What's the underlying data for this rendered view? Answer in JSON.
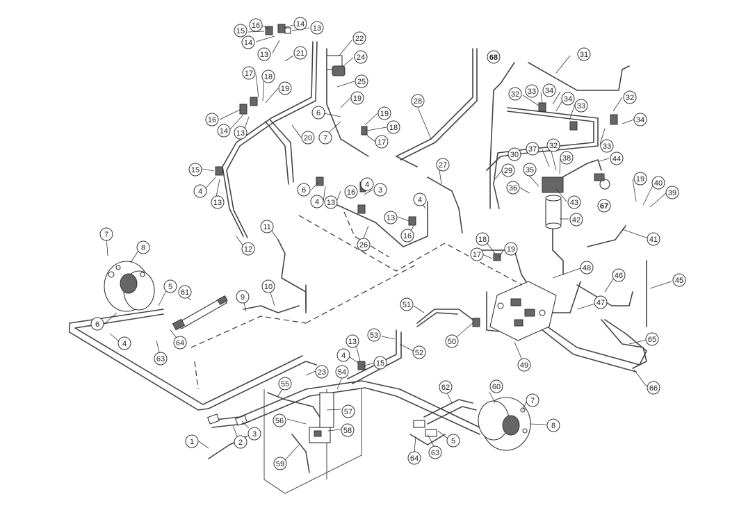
{
  "callouts": [
    {
      "id": "c16a",
      "label": "16"
    },
    {
      "id": "c14a",
      "label": "14"
    },
    {
      "id": "c15a",
      "label": "15"
    },
    {
      "id": "c13a",
      "label": "13"
    },
    {
      "id": "c14b",
      "label": "14"
    },
    {
      "id": "c13b",
      "label": "13"
    },
    {
      "id": "c22",
      "label": "22"
    },
    {
      "id": "c24",
      "label": "24"
    },
    {
      "id": "c21",
      "label": "21"
    },
    {
      "id": "c17a",
      "label": "17"
    },
    {
      "id": "c18a",
      "label": "18"
    },
    {
      "id": "c19a",
      "label": "19"
    },
    {
      "id": "c25",
      "label": "25"
    },
    {
      "id": "c19b",
      "label": "19"
    },
    {
      "id": "c16b",
      "label": "16"
    },
    {
      "id": "c14c",
      "label": "14"
    },
    {
      "id": "c13c",
      "label": "13"
    },
    {
      "id": "c20",
      "label": "20"
    },
    {
      "id": "c7a",
      "label": "7"
    },
    {
      "id": "c6a",
      "label": "6"
    },
    {
      "id": "c19c",
      "label": "19"
    },
    {
      "id": "c18b",
      "label": "18"
    },
    {
      "id": "c17b",
      "label": "17"
    },
    {
      "id": "c28",
      "label": "28"
    },
    {
      "id": "c68",
      "label": "68"
    },
    {
      "id": "c31",
      "label": "31"
    },
    {
      "id": "c32a",
      "label": "32"
    },
    {
      "id": "c33a",
      "label": "33"
    },
    {
      "id": "c34a",
      "label": "34"
    },
    {
      "id": "c34b",
      "label": "34"
    },
    {
      "id": "c33b",
      "label": "33"
    },
    {
      "id": "c32b",
      "label": "32"
    },
    {
      "id": "c34c",
      "label": "34"
    },
    {
      "id": "c33c",
      "label": "33"
    },
    {
      "id": "c30",
      "label": "30"
    },
    {
      "id": "c37",
      "label": "37"
    },
    {
      "id": "c32c",
      "label": "32"
    },
    {
      "id": "c38",
      "label": "38"
    },
    {
      "id": "c44",
      "label": "44"
    },
    {
      "id": "c29",
      "label": "29"
    },
    {
      "id": "c35",
      "label": "35"
    },
    {
      "id": "c36",
      "label": "36"
    },
    {
      "id": "c43",
      "label": "43"
    },
    {
      "id": "c67",
      "label": "67"
    },
    {
      "id": "c19d",
      "label": "19"
    },
    {
      "id": "c40",
      "label": "40"
    },
    {
      "id": "c39",
      "label": "39"
    },
    {
      "id": "c42",
      "label": "42"
    },
    {
      "id": "c41",
      "label": "41"
    },
    {
      "id": "c27",
      "label": "27"
    },
    {
      "id": "c15b",
      "label": "15"
    },
    {
      "id": "c4a",
      "label": "4"
    },
    {
      "id": "c13d",
      "label": "13"
    },
    {
      "id": "c6b",
      "label": "6"
    },
    {
      "id": "c4b",
      "label": "4"
    },
    {
      "id": "c13e",
      "label": "13"
    },
    {
      "id": "c16c",
      "label": "16"
    },
    {
      "id": "c4c",
      "label": "4"
    },
    {
      "id": "c3a",
      "label": "3"
    },
    {
      "id": "c13f",
      "label": "13"
    },
    {
      "id": "c4d",
      "label": "4"
    },
    {
      "id": "c16d",
      "label": "16"
    },
    {
      "id": "c26",
      "label": "26"
    },
    {
      "id": "c11",
      "label": "11"
    },
    {
      "id": "c12",
      "label": "12"
    },
    {
      "id": "c18c",
      "label": "18"
    },
    {
      "id": "c19e",
      "label": "19"
    },
    {
      "id": "c17c",
      "label": "17"
    },
    {
      "id": "c48",
      "label": "48"
    },
    {
      "id": "c46",
      "label": "46"
    },
    {
      "id": "c45",
      "label": "45"
    },
    {
      "id": "c47",
      "label": "47"
    },
    {
      "id": "c7b",
      "label": "7"
    },
    {
      "id": "c8a",
      "label": "8"
    },
    {
      "id": "c5a",
      "label": "5"
    },
    {
      "id": "c61",
      "label": "61"
    },
    {
      "id": "c9",
      "label": "9"
    },
    {
      "id": "c10",
      "label": "10"
    },
    {
      "id": "c6c",
      "label": "6"
    },
    {
      "id": "c4e",
      "label": "4"
    },
    {
      "id": "c64a",
      "label": "64"
    },
    {
      "id": "c63a",
      "label": "63"
    },
    {
      "id": "c51",
      "label": "51"
    },
    {
      "id": "c50",
      "label": "50"
    },
    {
      "id": "c49",
      "label": "49"
    },
    {
      "id": "c65",
      "label": "65"
    },
    {
      "id": "c66",
      "label": "66"
    },
    {
      "id": "c53",
      "label": "53"
    },
    {
      "id": "c52",
      "label": "52"
    },
    {
      "id": "c13g",
      "label": "13"
    },
    {
      "id": "c4f",
      "label": "4"
    },
    {
      "id": "c15c",
      "label": "15"
    },
    {
      "id": "c23",
      "label": "23"
    },
    {
      "id": "c54",
      "label": "54"
    },
    {
      "id": "c55",
      "label": "55"
    },
    {
      "id": "c57",
      "label": "57"
    },
    {
      "id": "c56",
      "label": "56"
    },
    {
      "id": "c58",
      "label": "58"
    },
    {
      "id": "c59",
      "label": "59"
    },
    {
      "id": "c62",
      "label": "62"
    },
    {
      "id": "c60",
      "label": "60"
    },
    {
      "id": "c7c",
      "label": "7"
    },
    {
      "id": "c8b",
      "label": "8"
    },
    {
      "id": "c5b",
      "label": "5"
    },
    {
      "id": "c63b",
      "label": "63"
    },
    {
      "id": "c64b",
      "label": "64"
    },
    {
      "id": "c1",
      "label": "1"
    },
    {
      "id": "c2",
      "label": "2"
    },
    {
      "id": "c3b",
      "label": "3"
    }
  ]
}
